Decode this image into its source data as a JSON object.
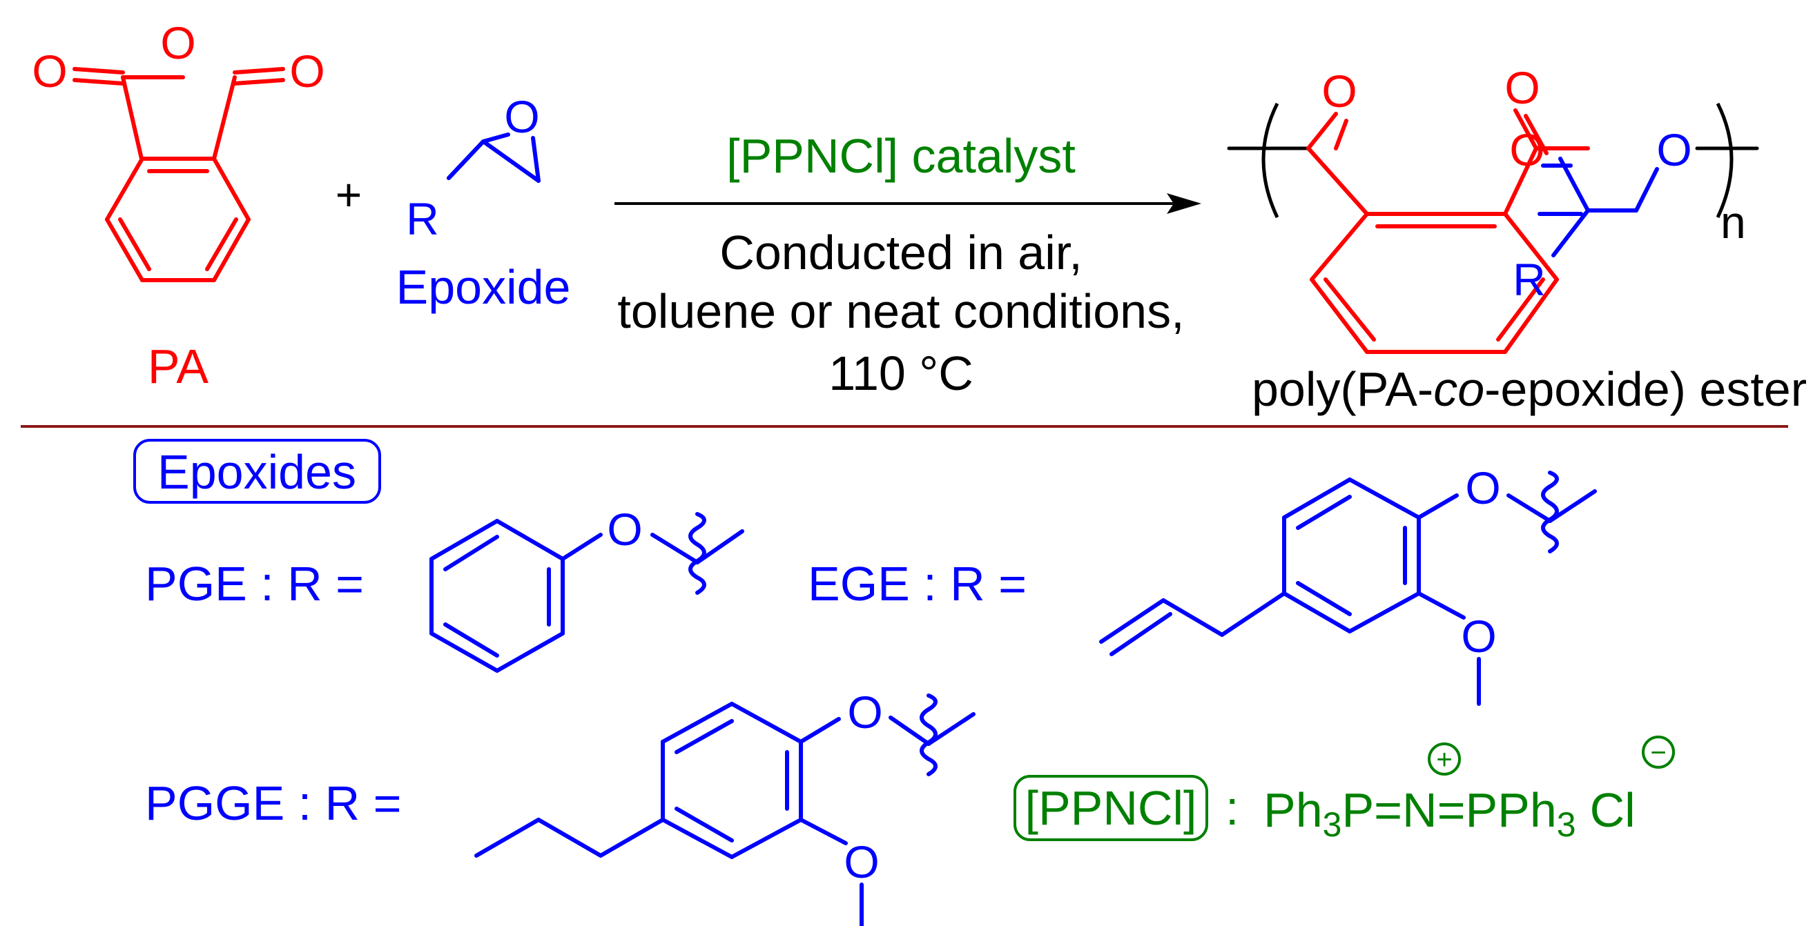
{
  "colors": {
    "anhydride": "#ff0000",
    "epoxide": "#0000ff",
    "catalyst": "#008000",
    "text": "#000000",
    "divider": "#8b1a1a"
  },
  "reaction": {
    "pa_label": "PA",
    "plus": "+",
    "epoxide_label": "Epoxide",
    "r_group": "R",
    "catalyst_line": "[PPNCl] catalyst",
    "conditions": [
      "Conducted in air,",
      "toluene or neat conditions,",
      "110 °C"
    ],
    "product_prefix": "poly(PA-",
    "product_italic": "co",
    "product_suffix": "-epoxide) ester",
    "subscript_n": "n",
    "oxygen": "O"
  },
  "epoxides": {
    "box_label": "Epoxides",
    "pge_label": "PGE :  R =",
    "ege_label": "EGE :  R =",
    "pgge_label": "PGGE :  R ="
  },
  "ppncl": {
    "box_label": "[PPNCl]",
    "colon": ":",
    "ph3p": "Ph",
    "sub3": "3",
    "p_eq_n": "P=N",
    "eq_pph": "=PPh",
    "plus_sign": "+",
    "minus_sign": "−",
    "cl": "Cl"
  }
}
